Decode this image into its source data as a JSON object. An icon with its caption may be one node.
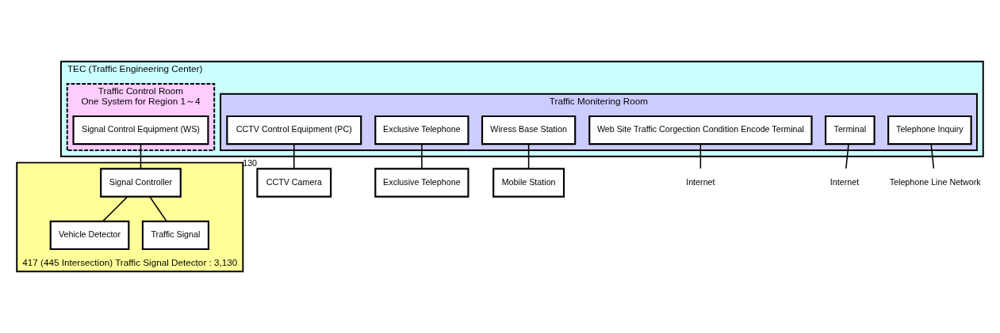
{
  "diagram": {
    "nodes": [
      {
        "text": [
          "TEC (Traffic Engineering Center)"
        ]
      },
      {
        "text": [
          "Traffic Control Room",
          "One System for Region 1～4"
        ],
        "in": 0
      },
      {
        "text": [
          "Signal Control Equipment (WS)"
        ],
        "in": 1
      },
      {
        "text": [
          "Traffic Monitering Room"
        ],
        "in": 0
      },
      {
        "text": [
          "CCTV Control Equipment (PC)"
        ],
        "in": 3
      },
      {
        "text": [
          "Exclusive Telephone"
        ],
        "in": 3
      },
      {
        "text": [
          "Wiress Base Station"
        ],
        "in": 3
      },
      {
        "text": [
          "Web Site Traffic Corgection Condition Encode Terminal"
        ],
        "in": 3
      },
      {
        "text": [
          "Terminal"
        ],
        "in": 3
      },
      {
        "text": [
          "Telephone Inquiry"
        ],
        "in": 3
      },
      {
        "text": [],
        "shape": "box",
        "beside": [
          "417 (445 Intersection) Traffic Signal Detector : 3,130"
        ]
      },
      {
        "text": [
          "Signal Controller"
        ],
        "in": 10
      },
      {
        "text": [
          "Vehicle Detector"
        ],
        "in": 10
      },
      {
        "text": [
          "Traffic Signal"
        ],
        "in": 10
      },
      {
        "text": [
          "CCTV Camera"
        ],
        "beside": [
          "130"
        ]
      },
      {
        "text": [
          "Exclusive Telephone"
        ]
      },
      {
        "text": [
          "Mobile Station"
        ]
      },
      {
        "text": [
          "Internet"
        ]
      },
      {
        "text": [
          "Internet"
        ]
      },
      {
        "text": [
          "Telephone Line Network"
        ]
      }
    ],
    "edges": [
      {
        "from": 2,
        "to": 11,
        "arrow": "none"
      },
      {
        "from": 11,
        "to": 12,
        "arrow": "none"
      },
      {
        "from": 11,
        "to": 13,
        "arrow": "none"
      },
      {
        "from": 4,
        "to": 14,
        "arrow": "none"
      },
      {
        "from": 5,
        "to": 15,
        "arrow": "none"
      },
      {
        "from": 6,
        "to": 16,
        "arrow": "none"
      },
      {
        "from": 7,
        "to": 17,
        "arrow": "none"
      },
      {
        "from": 8,
        "to": 18,
        "arrow": "none"
      },
      {
        "from": 9,
        "to": 19,
        "arrow": "none"
      }
    ]
  }
}
